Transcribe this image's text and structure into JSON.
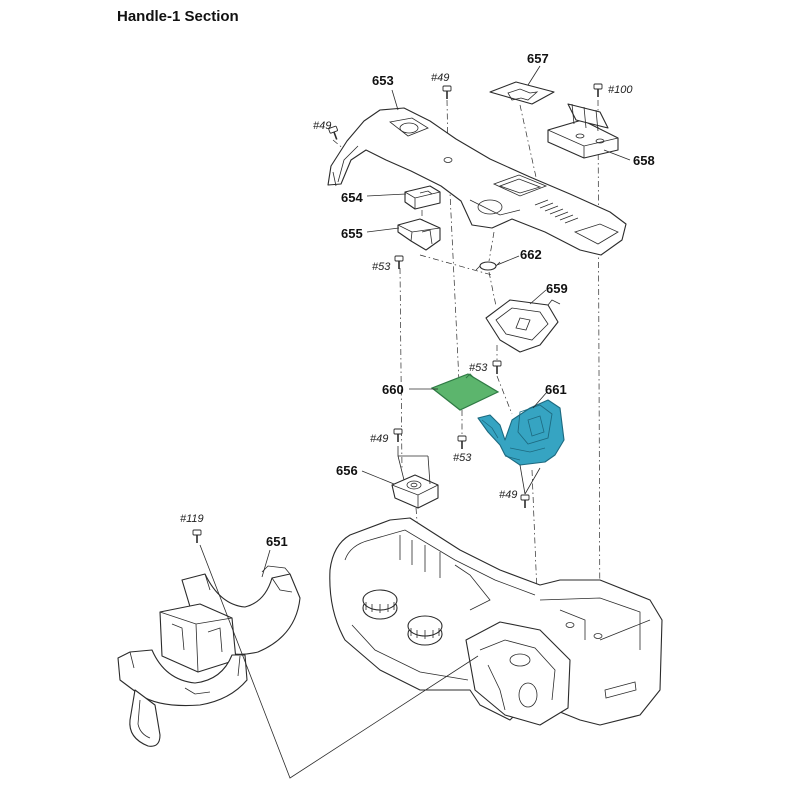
{
  "title": "Handle-1 Section",
  "parts": {
    "p651": "651",
    "p653": "653",
    "p654": "654",
    "p655": "655",
    "p656": "656",
    "p657": "657",
    "p658": "658",
    "p659": "659",
    "p660": "660",
    "p661": "661",
    "p662": "662"
  },
  "screws": [
    "#49",
    "#100",
    "#49",
    "#53",
    "#53",
    "#49",
    "#53",
    "#49",
    "#119"
  ],
  "colors": {
    "line": "#2b2b2b",
    "board_fill": "#5cb56d",
    "board_edge": "#2f7a44",
    "switch_fill": "#36a4c2",
    "switch_edge": "#1d6a80",
    "background": "#ffffff"
  }
}
